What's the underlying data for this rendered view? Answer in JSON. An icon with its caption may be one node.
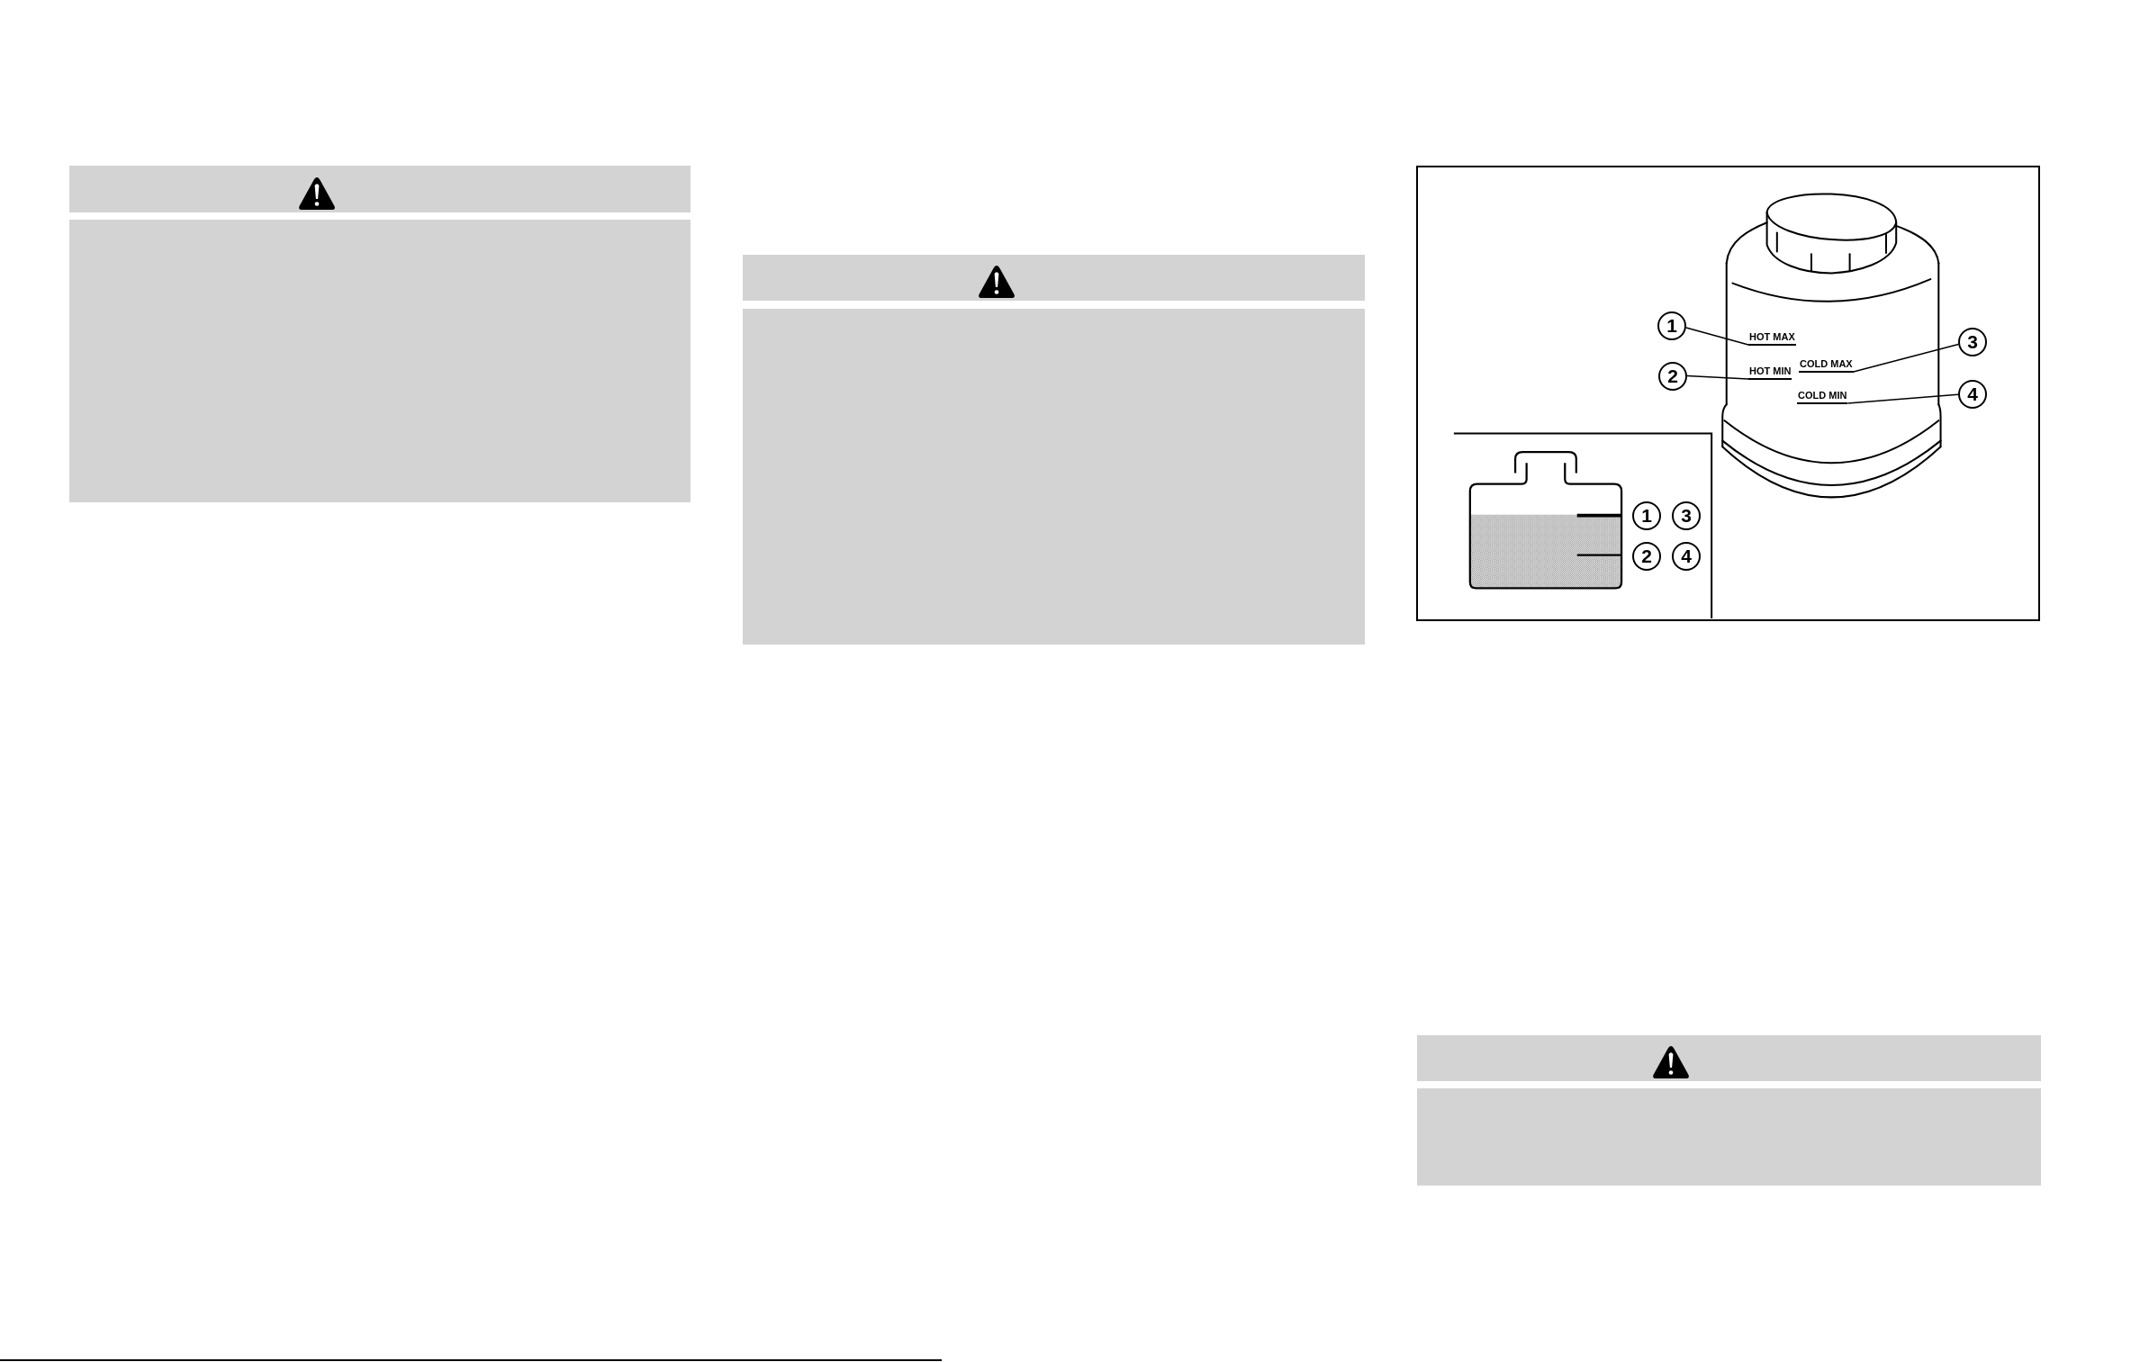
{
  "diagram": {
    "nodes": [
      {
        "text": [
          "1"
        ]
      },
      {
        "text": [
          "HOT MAX"
        ]
      },
      {
        "text": [
          "3"
        ]
      },
      {
        "text": [
          "COLD MAX"
        ]
      },
      {
        "text": [
          "2"
        ]
      },
      {
        "text": [
          "HOT MIN"
        ]
      },
      {
        "text": [
          "4"
        ]
      },
      {
        "text": [
          "COLD MIN"
        ]
      },
      {
        "text": [
          "1"
        ]
      },
      {
        "text": [
          "3"
        ]
      },
      {
        "text": [
          "2"
        ]
      },
      {
        "text": [
          "4"
        ]
      }
    ],
    "edges": [
      {
        "from": 0,
        "to": 1,
        "arrow": "none"
      },
      {
        "from": 2,
        "to": 3,
        "arrow": "none"
      },
      {
        "from": 4,
        "to": 5,
        "arrow": "none"
      },
      {
        "from": 6,
        "to": 7,
        "arrow": "none"
      }
    ]
  }
}
